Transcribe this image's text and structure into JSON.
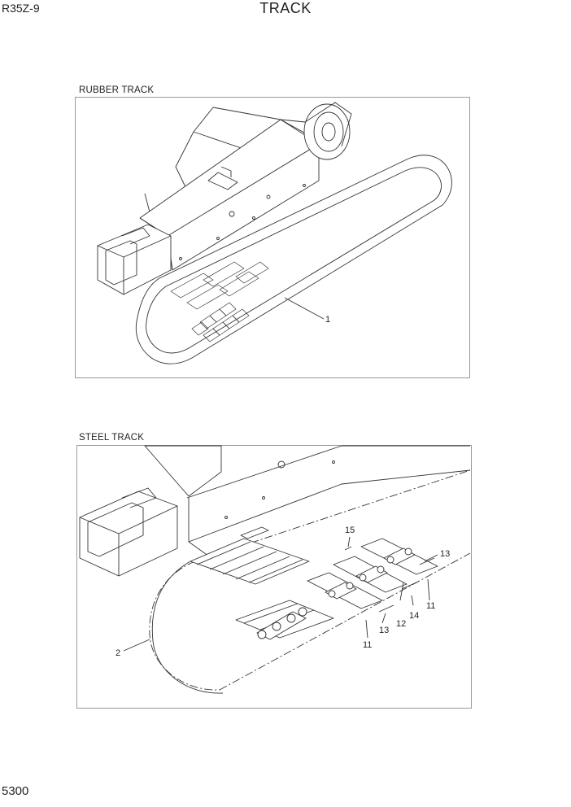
{
  "header": {
    "model": "R35Z-9",
    "title": "TRACK"
  },
  "footer": {
    "page_number": "5300"
  },
  "sections": {
    "rubber": {
      "label": "RUBBER TRACK",
      "callouts": [
        "1"
      ]
    },
    "steel": {
      "label": "STEEL TRACK",
      "callouts": [
        "15",
        "13",
        "14",
        "12",
        "11",
        "13",
        "11",
        "2"
      ]
    }
  }
}
